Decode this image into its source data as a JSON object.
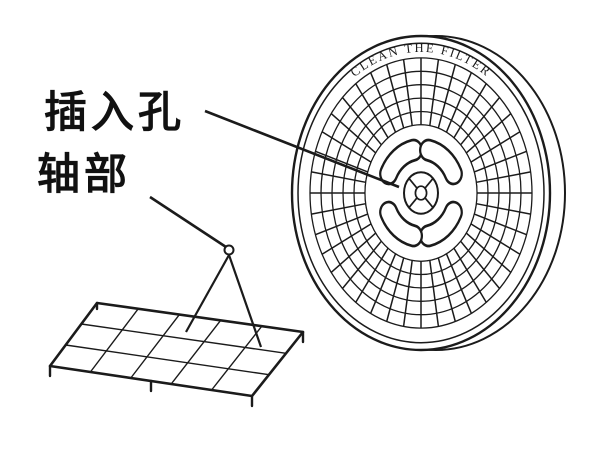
{
  "diagram": {
    "labels": {
      "insertion_hole": "插入孔",
      "shaft": "轴部"
    },
    "filter_text": "CLEAN THE FILTER",
    "colors": {
      "line": "#1b1b1b",
      "background": "#ffffff"
    }
  }
}
